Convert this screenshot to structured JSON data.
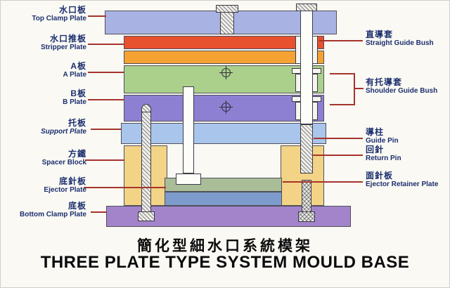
{
  "page": {
    "title_zh": "簡化型細水口系統模架",
    "title_en": "THREE PLATE TYPE SYSTEM MOULD BASE"
  },
  "left_labels": [
    {
      "zh": "水口板",
      "en": "Top Clamp Plate"
    },
    {
      "zh": "水口推板",
      "en": "Stripper Plate"
    },
    {
      "zh": "A板",
      "en": "A Plate"
    },
    {
      "zh": "B板",
      "en": "B Plate"
    },
    {
      "zh": "托板",
      "en": "Support Plate"
    },
    {
      "zh": "方鐵",
      "en": "Spacer Block"
    },
    {
      "zh": "底針板",
      "en": "Ejector Plate"
    },
    {
      "zh": "底板",
      "en": "Bottom Clamp Plate"
    }
  ],
  "right_labels": [
    {
      "zh": "直導套",
      "en": "Straight Guide Bush"
    },
    {
      "zh": "有托導套",
      "en": "Shoulder Guide Bush"
    },
    {
      "zh": "導柱",
      "en": "Guide Pin"
    },
    {
      "zh": "回針",
      "en": "Return Pin"
    },
    {
      "zh": "面針板",
      "en": "Ejector Retainer Plate"
    }
  ],
  "colors": {
    "top_clamp_plate": "#a9b3e3",
    "stripper_plate": "#e8512e",
    "runner_plate": "#f5a233",
    "a_plate": "#abd08c",
    "b_plate": "#8d80d2",
    "support_plate": "#a9c5ec",
    "spacer_block": "#f3d386",
    "ejector_retainer_plate": "#a9bd98",
    "ejector_plate": "#7d9ccb",
    "bottom_clamp_plate": "#a384cb",
    "leader_line": "#a5342c",
    "label_text": "#1c2f6e"
  }
}
